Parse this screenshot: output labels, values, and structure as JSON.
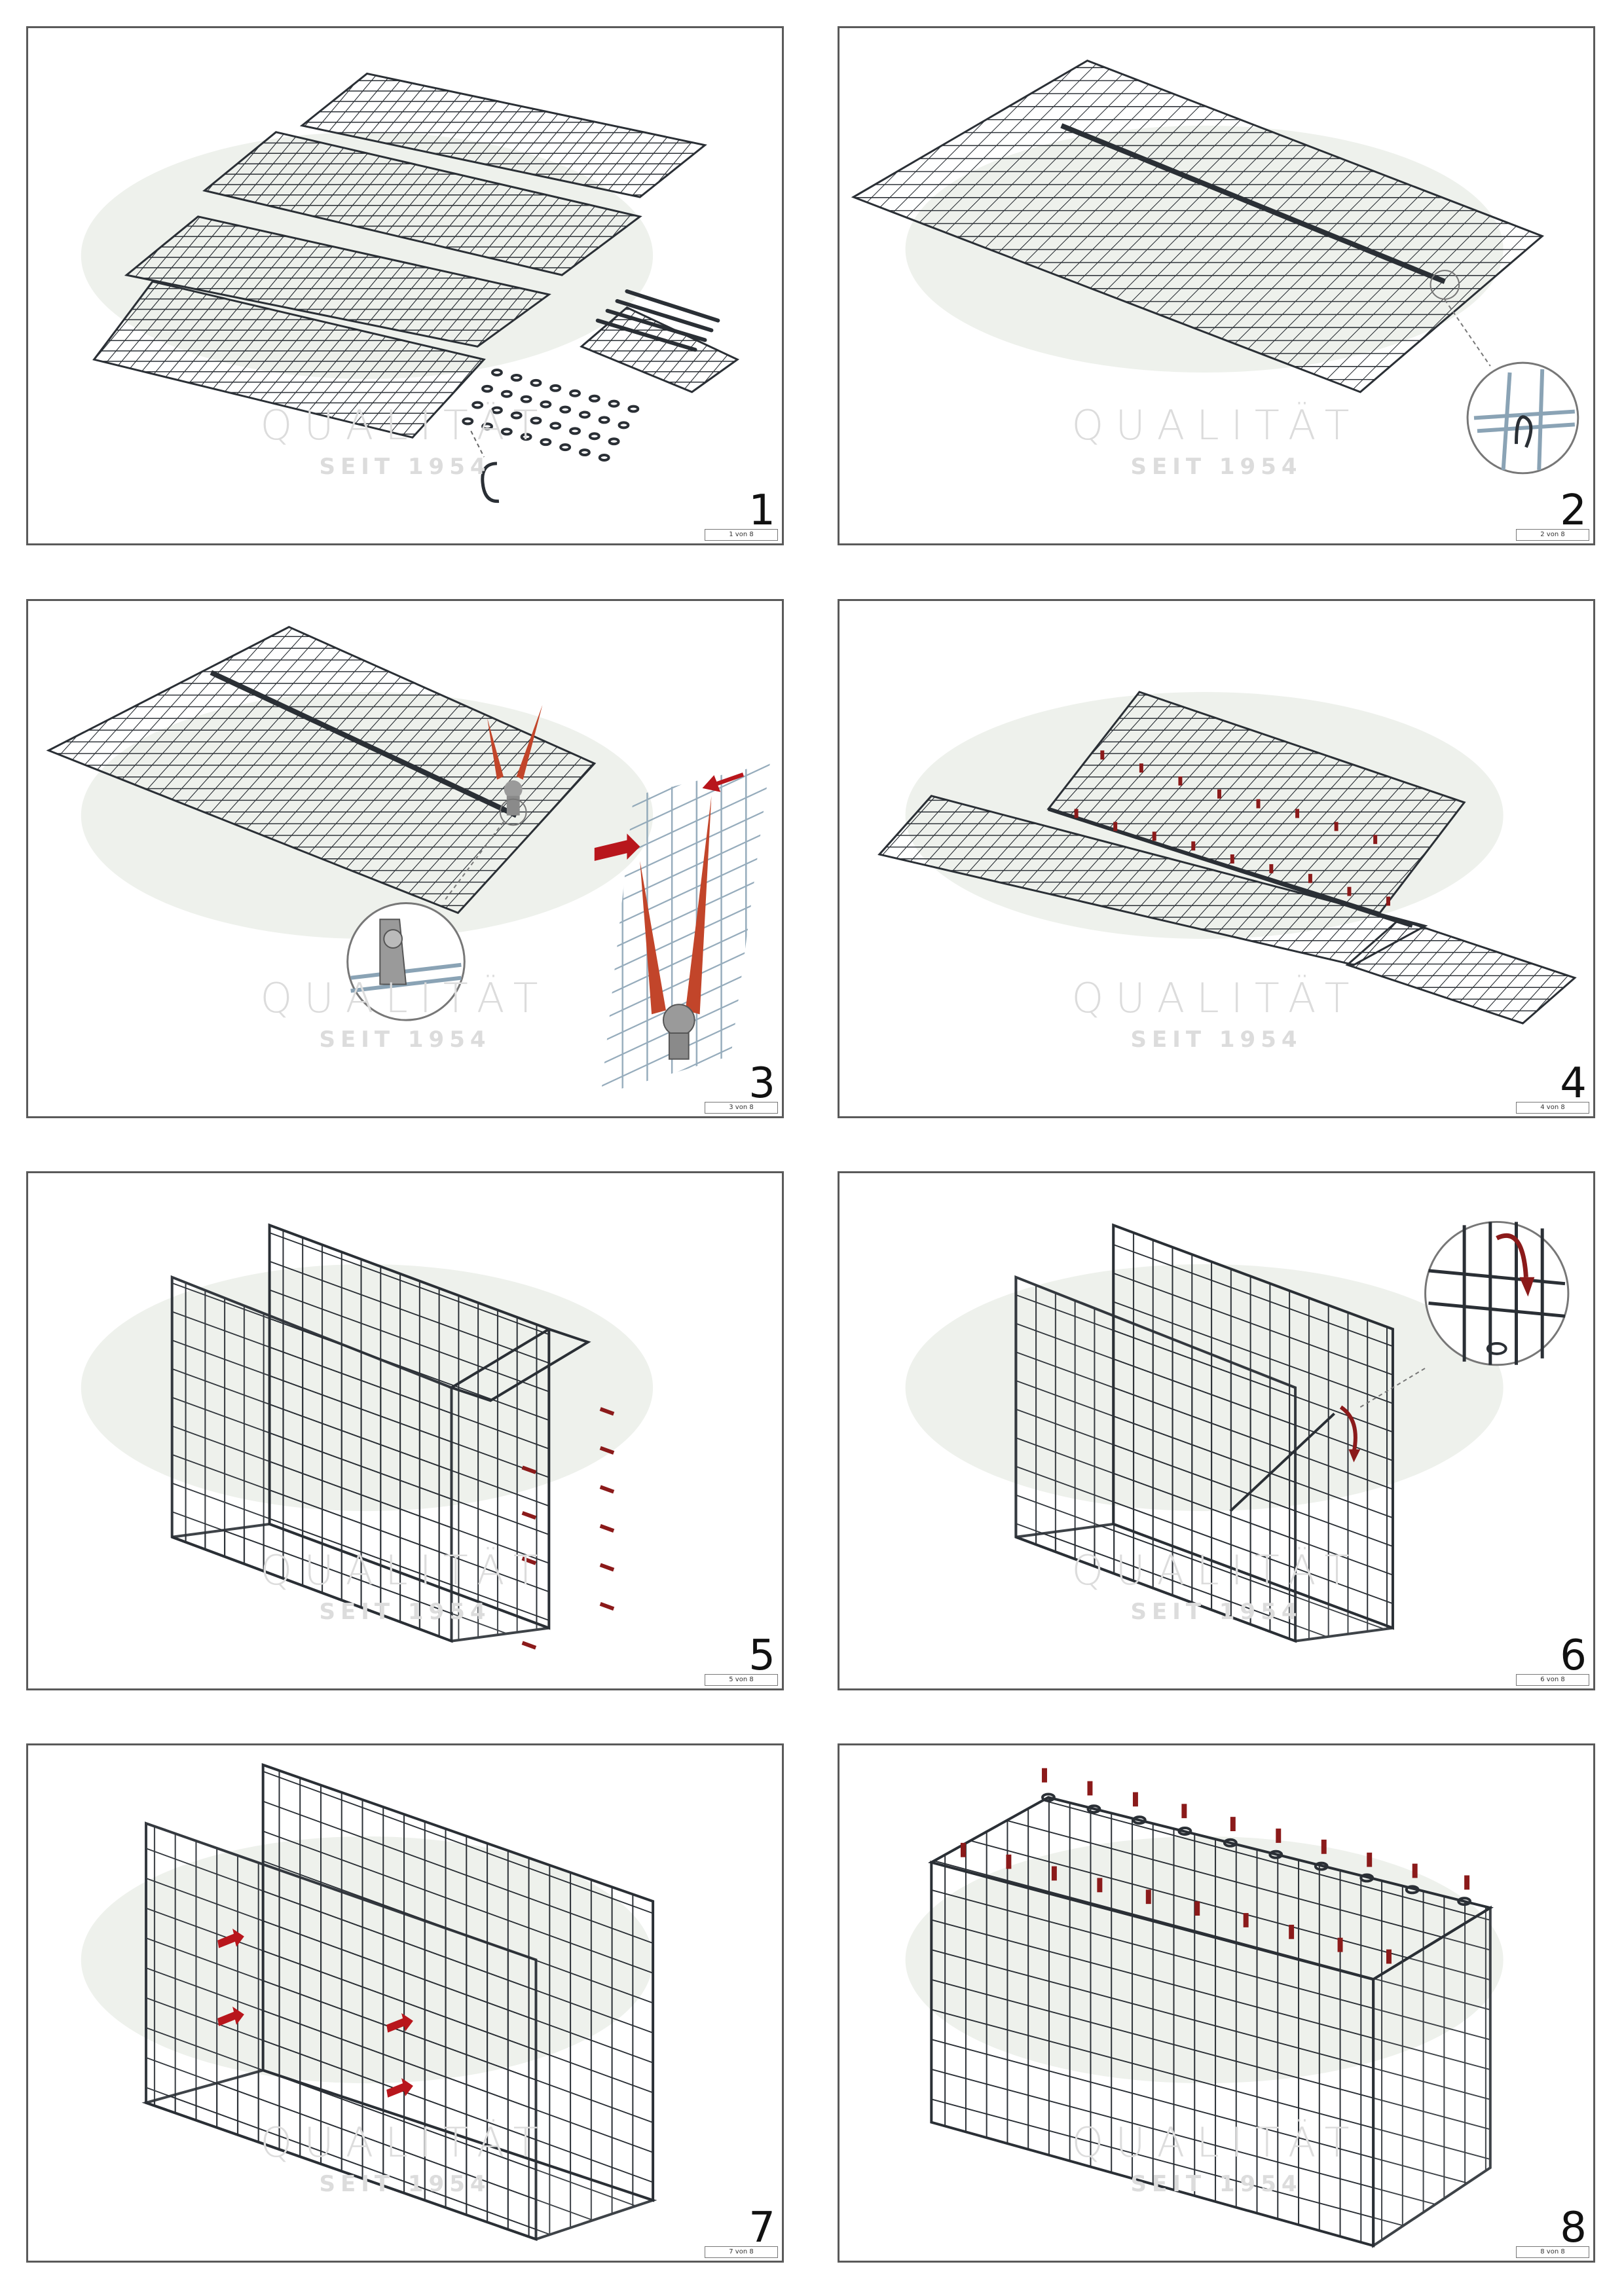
{
  "watermark": {
    "primary": "QUALITÄT",
    "secondary": "SEIT 1954"
  },
  "colors": {
    "wire": "#2a2f35",
    "arrow": "#8b1a1a",
    "plier_handle": "#c2452a",
    "oval": "#eef1ec",
    "border": "#5a5a5a"
  },
  "panels": [
    {
      "step": "1",
      "page_label": "1 von 8"
    },
    {
      "step": "2",
      "page_label": "2 von 8"
    },
    {
      "step": "3",
      "page_label": "3 von 8"
    },
    {
      "step": "4",
      "page_label": "4 von 8"
    },
    {
      "step": "5",
      "page_label": "5 von 8"
    },
    {
      "step": "6",
      "page_label": "6 von 8"
    },
    {
      "step": "7",
      "page_label": "7 von 8"
    },
    {
      "step": "8",
      "page_label": "8 von 8"
    }
  ]
}
